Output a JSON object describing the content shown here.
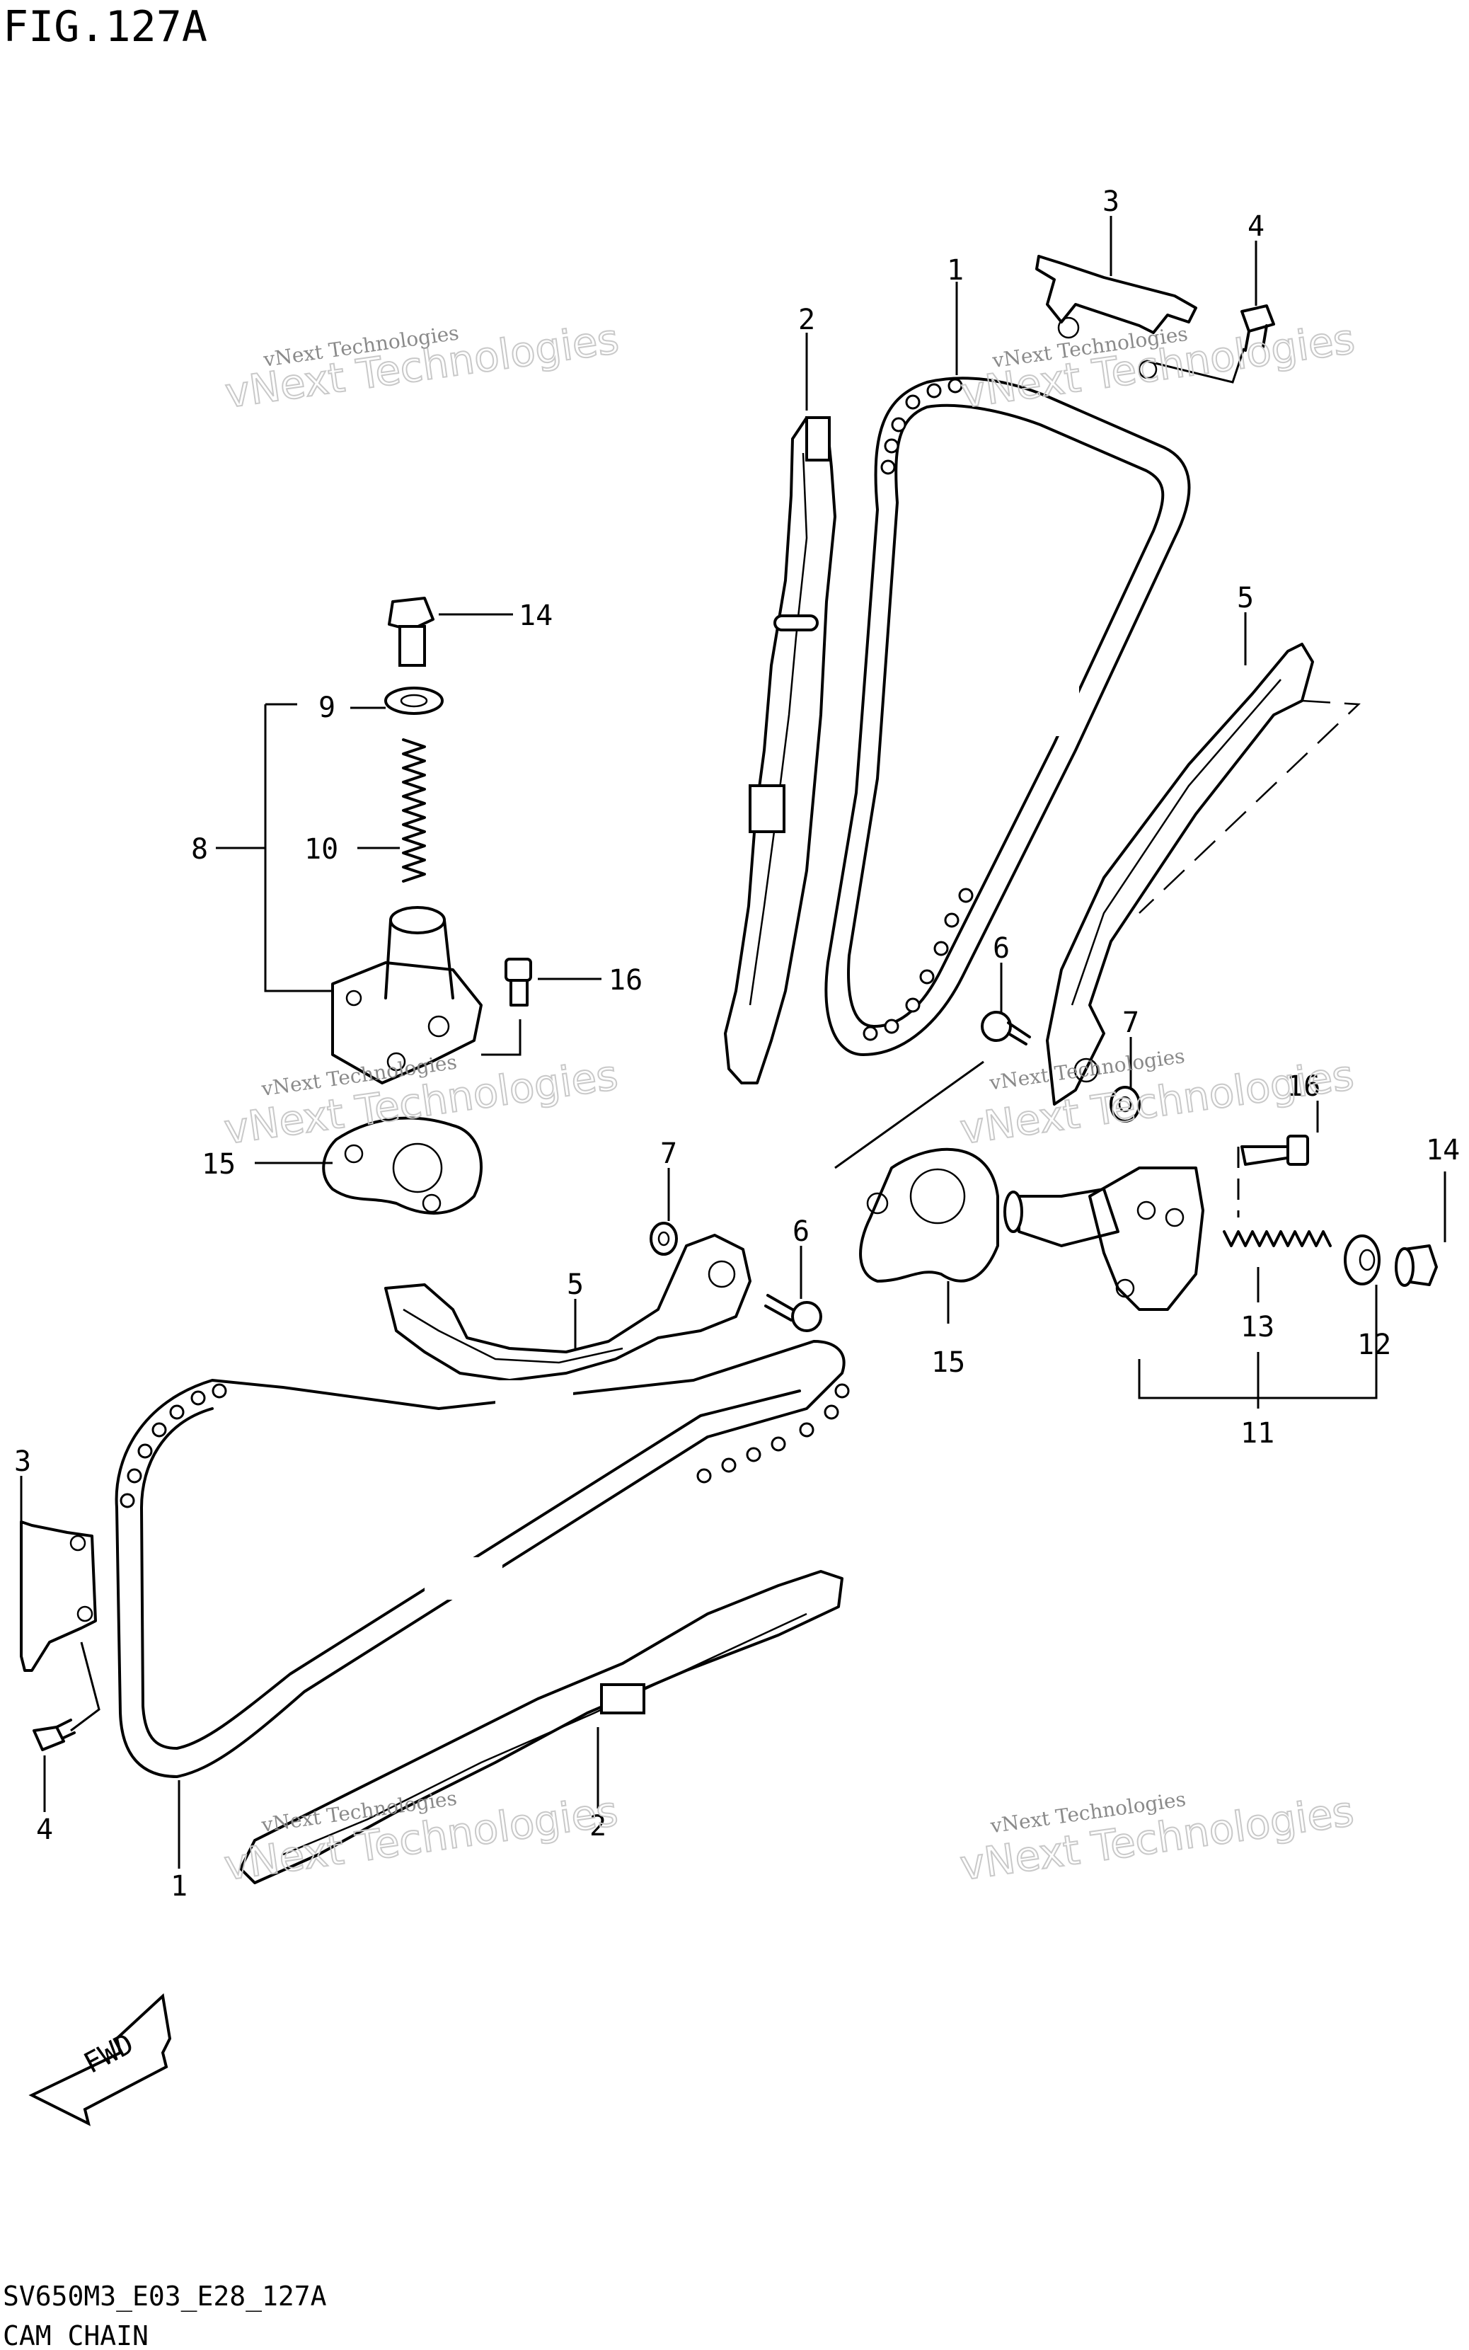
{
  "figure": {
    "title": "FIG.127A",
    "code": "SV650M3_E03_E28_127A",
    "caption": "CAM CHAIN"
  },
  "watermark": {
    "line1": "vNext Technologies",
    "line2": "vNext Technologies"
  },
  "fwd_label": "FWD",
  "callouts": [
    {
      "id": "c1a",
      "text": "1"
    },
    {
      "id": "c2a",
      "text": "2"
    },
    {
      "id": "c3a",
      "text": "3"
    },
    {
      "id": "c4a",
      "text": "4"
    },
    {
      "id": "c5a",
      "text": "5"
    },
    {
      "id": "c6a",
      "text": "6"
    },
    {
      "id": "c7a",
      "text": "7"
    },
    {
      "id": "c14a",
      "text": "14"
    },
    {
      "id": "c9",
      "text": "9"
    },
    {
      "id": "c8",
      "text": "8"
    },
    {
      "id": "c10",
      "text": "10"
    },
    {
      "id": "c16a",
      "text": "16"
    },
    {
      "id": "c15a",
      "text": "15"
    },
    {
      "id": "c16b",
      "text": "16"
    },
    {
      "id": "c14b",
      "text": "14"
    },
    {
      "id": "c13",
      "text": "13"
    },
    {
      "id": "c12",
      "text": "12"
    },
    {
      "id": "c11",
      "text": "11"
    },
    {
      "id": "c15b",
      "text": "15"
    },
    {
      "id": "c7b",
      "text": "7"
    },
    {
      "id": "c6b",
      "text": "6"
    },
    {
      "id": "c5b",
      "text": "5"
    },
    {
      "id": "c3b",
      "text": "3"
    },
    {
      "id": "c4b",
      "text": "4"
    },
    {
      "id": "c2b",
      "text": "2"
    },
    {
      "id": "c1b",
      "text": "1"
    }
  ]
}
